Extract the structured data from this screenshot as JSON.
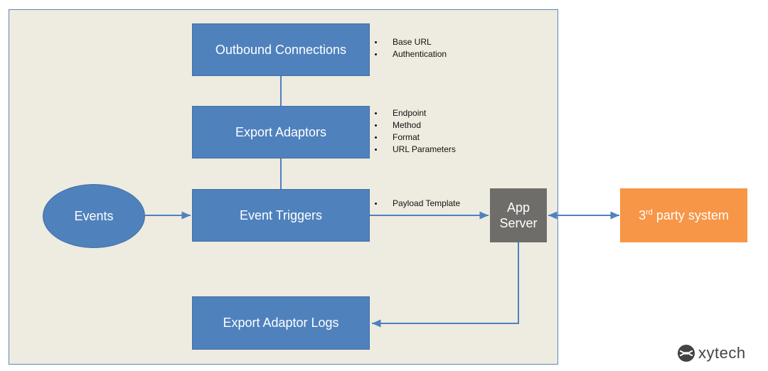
{
  "nodes": {
    "outbound": "Outbound Connections",
    "adaptors": "Export Adaptors",
    "triggers": "Event Triggers",
    "logs": "Export Adaptor Logs",
    "events": "Events",
    "app_server_line1": "App",
    "app_server_line2": "Server",
    "third_party_sup": "rd",
    "third_party_num": "3",
    "third_party_rest": " party system"
  },
  "annotations": {
    "outbound": [
      "Base URL",
      "Authentication"
    ],
    "adaptors": [
      "Endpoint",
      "Method",
      "Format",
      "URL Parameters"
    ],
    "triggers": [
      "Payload Template"
    ]
  },
  "logo": {
    "text": "xytech",
    "icon": "xytech-logo-icon"
  },
  "colors": {
    "panel": "#eeebe1",
    "blue": "#4f81bd",
    "gray": "#6f6d69",
    "orange": "#f79646",
    "connector": "#4f81bd"
  }
}
